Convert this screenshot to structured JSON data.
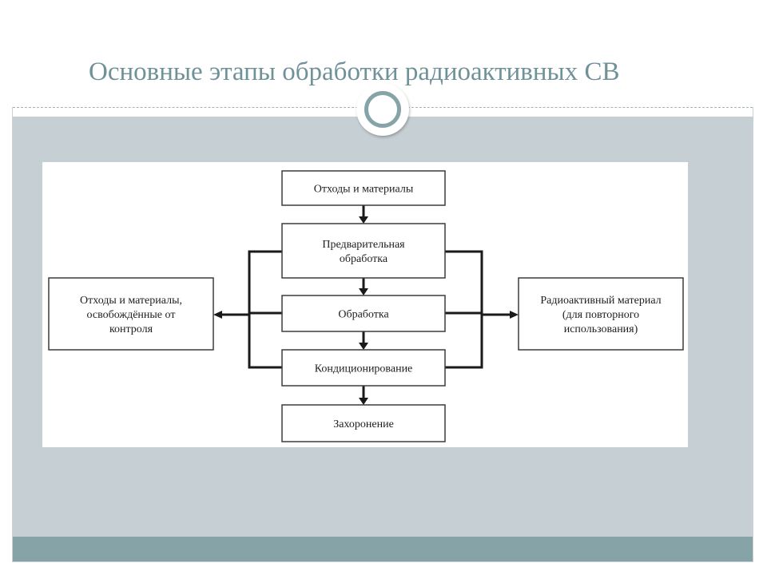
{
  "slide": {
    "title": "Основные этапы обработки радиоактивных СВ"
  },
  "diagram": {
    "nodes": {
      "waste_materials": [
        "Отходы и материалы"
      ],
      "pretreatment": [
        "Предварительная",
        "обработка"
      ],
      "treatment": [
        "Обработка"
      ],
      "conditioning": [
        "Кондиционирование"
      ],
      "disposal": [
        "Захоронение"
      ],
      "released": [
        "Отходы и материалы,",
        "освобождённые от",
        "контроля"
      ],
      "reuse": [
        "Радиоактивный материал",
        "(для повторного",
        "использования)"
      ]
    }
  }
}
